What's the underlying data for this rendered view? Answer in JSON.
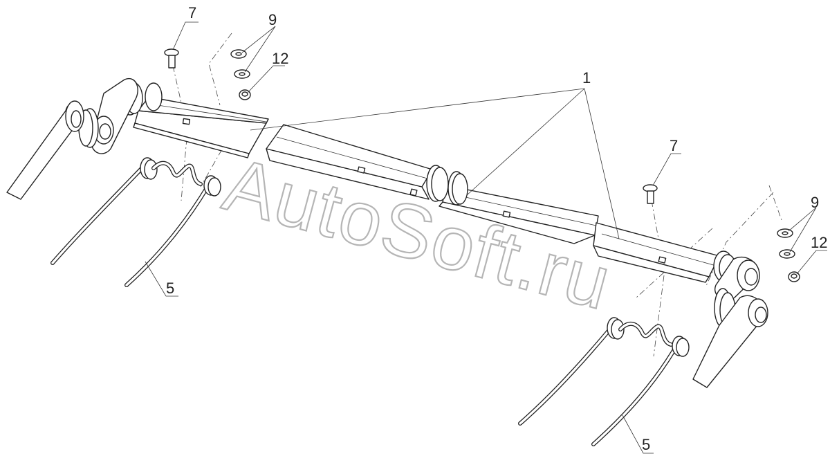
{
  "diagram": {
    "callouts": {
      "shaft": "1",
      "tine_left": "5",
      "tine_right": "5",
      "bolt_left": "7",
      "bolt_right": "7",
      "washer_left": "9",
      "washer_right": "9",
      "nut_left": "12",
      "nut_right": "12"
    },
    "watermark": "AutoSoft.ru"
  }
}
